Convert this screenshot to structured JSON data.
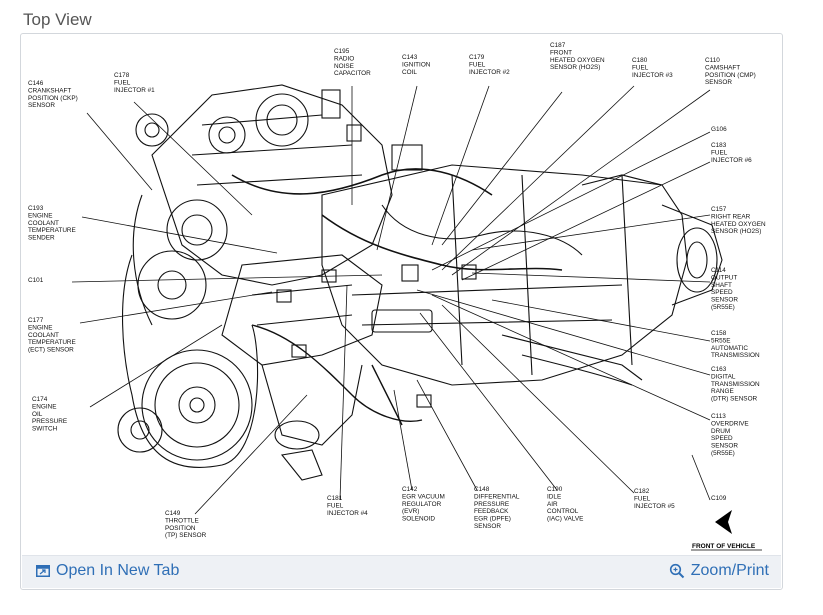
{
  "page_title": "Top View",
  "footer": {
    "open_label": "Open In New Tab",
    "zoom_label": "Zoom/Print",
    "link_color": "#2f6fb6"
  },
  "front_label": "FRONT OF VEHICLE",
  "callouts": [
    {
      "id": "c146",
      "lines": [
        "C146",
        "CRANKSHAFT",
        "POSITION (CKP)",
        "SENSOR"
      ]
    },
    {
      "id": "c178",
      "lines": [
        "C178",
        "FUEL",
        "INJECTOR #1"
      ]
    },
    {
      "id": "c195",
      "lines": [
        "C195",
        "RADIO",
        "NOISE",
        "CAPACITOR"
      ]
    },
    {
      "id": "c143",
      "lines": [
        "C143",
        "IGNITION",
        "COIL"
      ]
    },
    {
      "id": "c179",
      "lines": [
        "C179",
        "FUEL",
        "INJECTOR #2"
      ]
    },
    {
      "id": "c187",
      "lines": [
        "C187",
        "FRONT",
        "HEATED OXYGEN",
        "SENSOR (HO2S)"
      ]
    },
    {
      "id": "c180",
      "lines": [
        "C180",
        "FUEL",
        "INJECTOR #3"
      ]
    },
    {
      "id": "c110",
      "lines": [
        "C110",
        "CAMSHAFT",
        "POSITION (CMP)",
        "SENSOR"
      ]
    },
    {
      "id": "g106",
      "lines": [
        "G106"
      ]
    },
    {
      "id": "c183",
      "lines": [
        "C183",
        "FUEL",
        "INJECTOR #6"
      ]
    },
    {
      "id": "c193",
      "lines": [
        "C193",
        "ENGINE",
        "COOLANT",
        "TEMPERATURE",
        "SENDER"
      ]
    },
    {
      "id": "c157",
      "lines": [
        "C157",
        "RIGHT REAR",
        "HEATED OXYGEN",
        "SENSOR (HO2S)"
      ]
    },
    {
      "id": "c101",
      "lines": [
        "C101"
      ]
    },
    {
      "id": "c114",
      "lines": [
        "C114",
        "OUTPUT",
        "SHAFT",
        "SPEED",
        "SENSOR",
        "(5R55E)"
      ]
    },
    {
      "id": "c177",
      "lines": [
        "C177",
        "ENGINE",
        "COOLANT",
        "TEMPERATURE",
        "(ECT) SENSOR"
      ]
    },
    {
      "id": "c158",
      "lines": [
        "C158",
        "5R55E",
        "AUTOMATIC",
        "TRANSMISSION"
      ]
    },
    {
      "id": "c163",
      "lines": [
        "C163",
        "DIGITAL",
        "TRANSMISSION",
        "RANGE",
        "(DTR) SENSOR"
      ]
    },
    {
      "id": "c174",
      "lines": [
        "C174",
        "ENGINE",
        "OIL",
        "PRESSURE",
        "SWITCH"
      ]
    },
    {
      "id": "c113",
      "lines": [
        "C113",
        "OVERDRIVE",
        "DRUM",
        "SPEED",
        "SENSOR",
        "(5R55E)"
      ]
    },
    {
      "id": "c181",
      "lines": [
        "C181",
        "FUEL",
        "INJECTOR #4"
      ]
    },
    {
      "id": "c142",
      "lines": [
        "C142",
        "EGR VACUUM",
        "REGULATOR",
        "(EVR)",
        "SOLENOID"
      ]
    },
    {
      "id": "c148",
      "lines": [
        "C148",
        "DIFFERENTIAL",
        "PRESSURE",
        "FEEDBACK",
        "EGR (DPFE)",
        "SENSOR"
      ]
    },
    {
      "id": "c190",
      "lines": [
        "C190",
        "IDLE",
        "AIR",
        "CONTROL",
        "(IAC) VALVE"
      ]
    },
    {
      "id": "c182",
      "lines": [
        "C182",
        "FUEL",
        "INJECTOR #5"
      ]
    },
    {
      "id": "c109",
      "lines": [
        "C109"
      ]
    },
    {
      "id": "c149",
      "lines": [
        "C149",
        "THROTTLE",
        "POSITION",
        "(TP) SENSOR"
      ]
    }
  ]
}
